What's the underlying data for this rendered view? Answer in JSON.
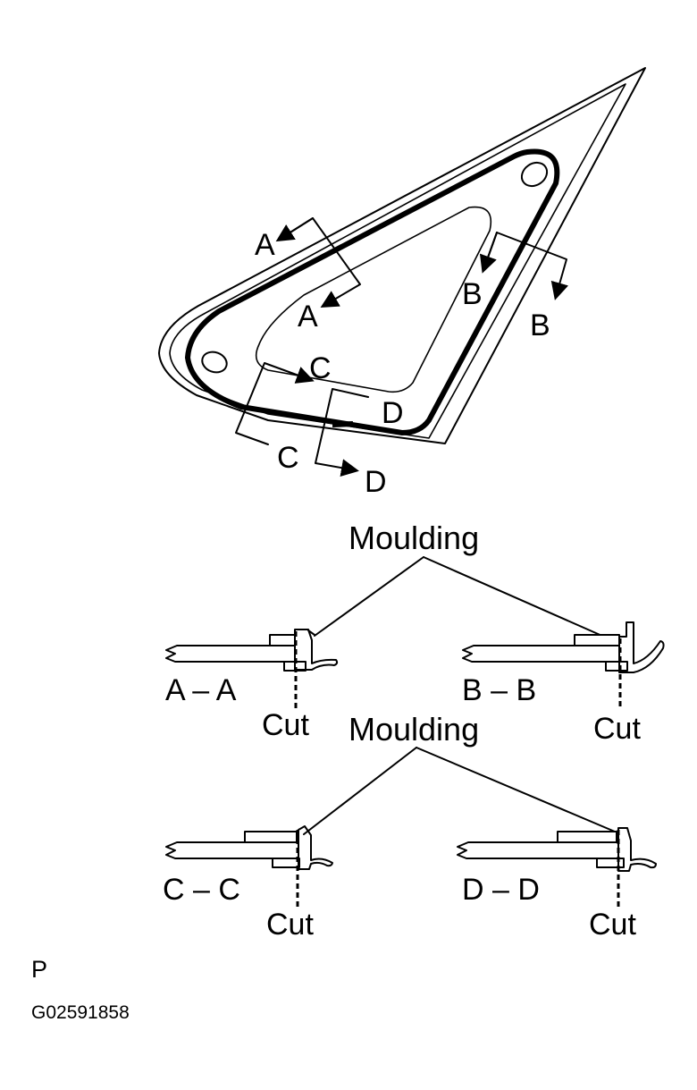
{
  "diagram": {
    "window_section_labels": {
      "a_outer": "A",
      "a_inner": "A",
      "b_inner": "B",
      "b_outer": "B",
      "c_inner": "C",
      "c_outer": "C",
      "d_inner": "D",
      "d_outer": "D"
    },
    "moulding_label_top": "Moulding",
    "moulding_label_bottom": "Moulding",
    "sections": [
      {
        "name": "A – A",
        "cut": "Cut"
      },
      {
        "name": "B – B",
        "cut": "Cut"
      },
      {
        "name": "C – C",
        "cut": "Cut"
      },
      {
        "name": "D – D",
        "cut": "Cut"
      }
    ],
    "corner_code": "P",
    "figure_ref": "G02591858"
  }
}
